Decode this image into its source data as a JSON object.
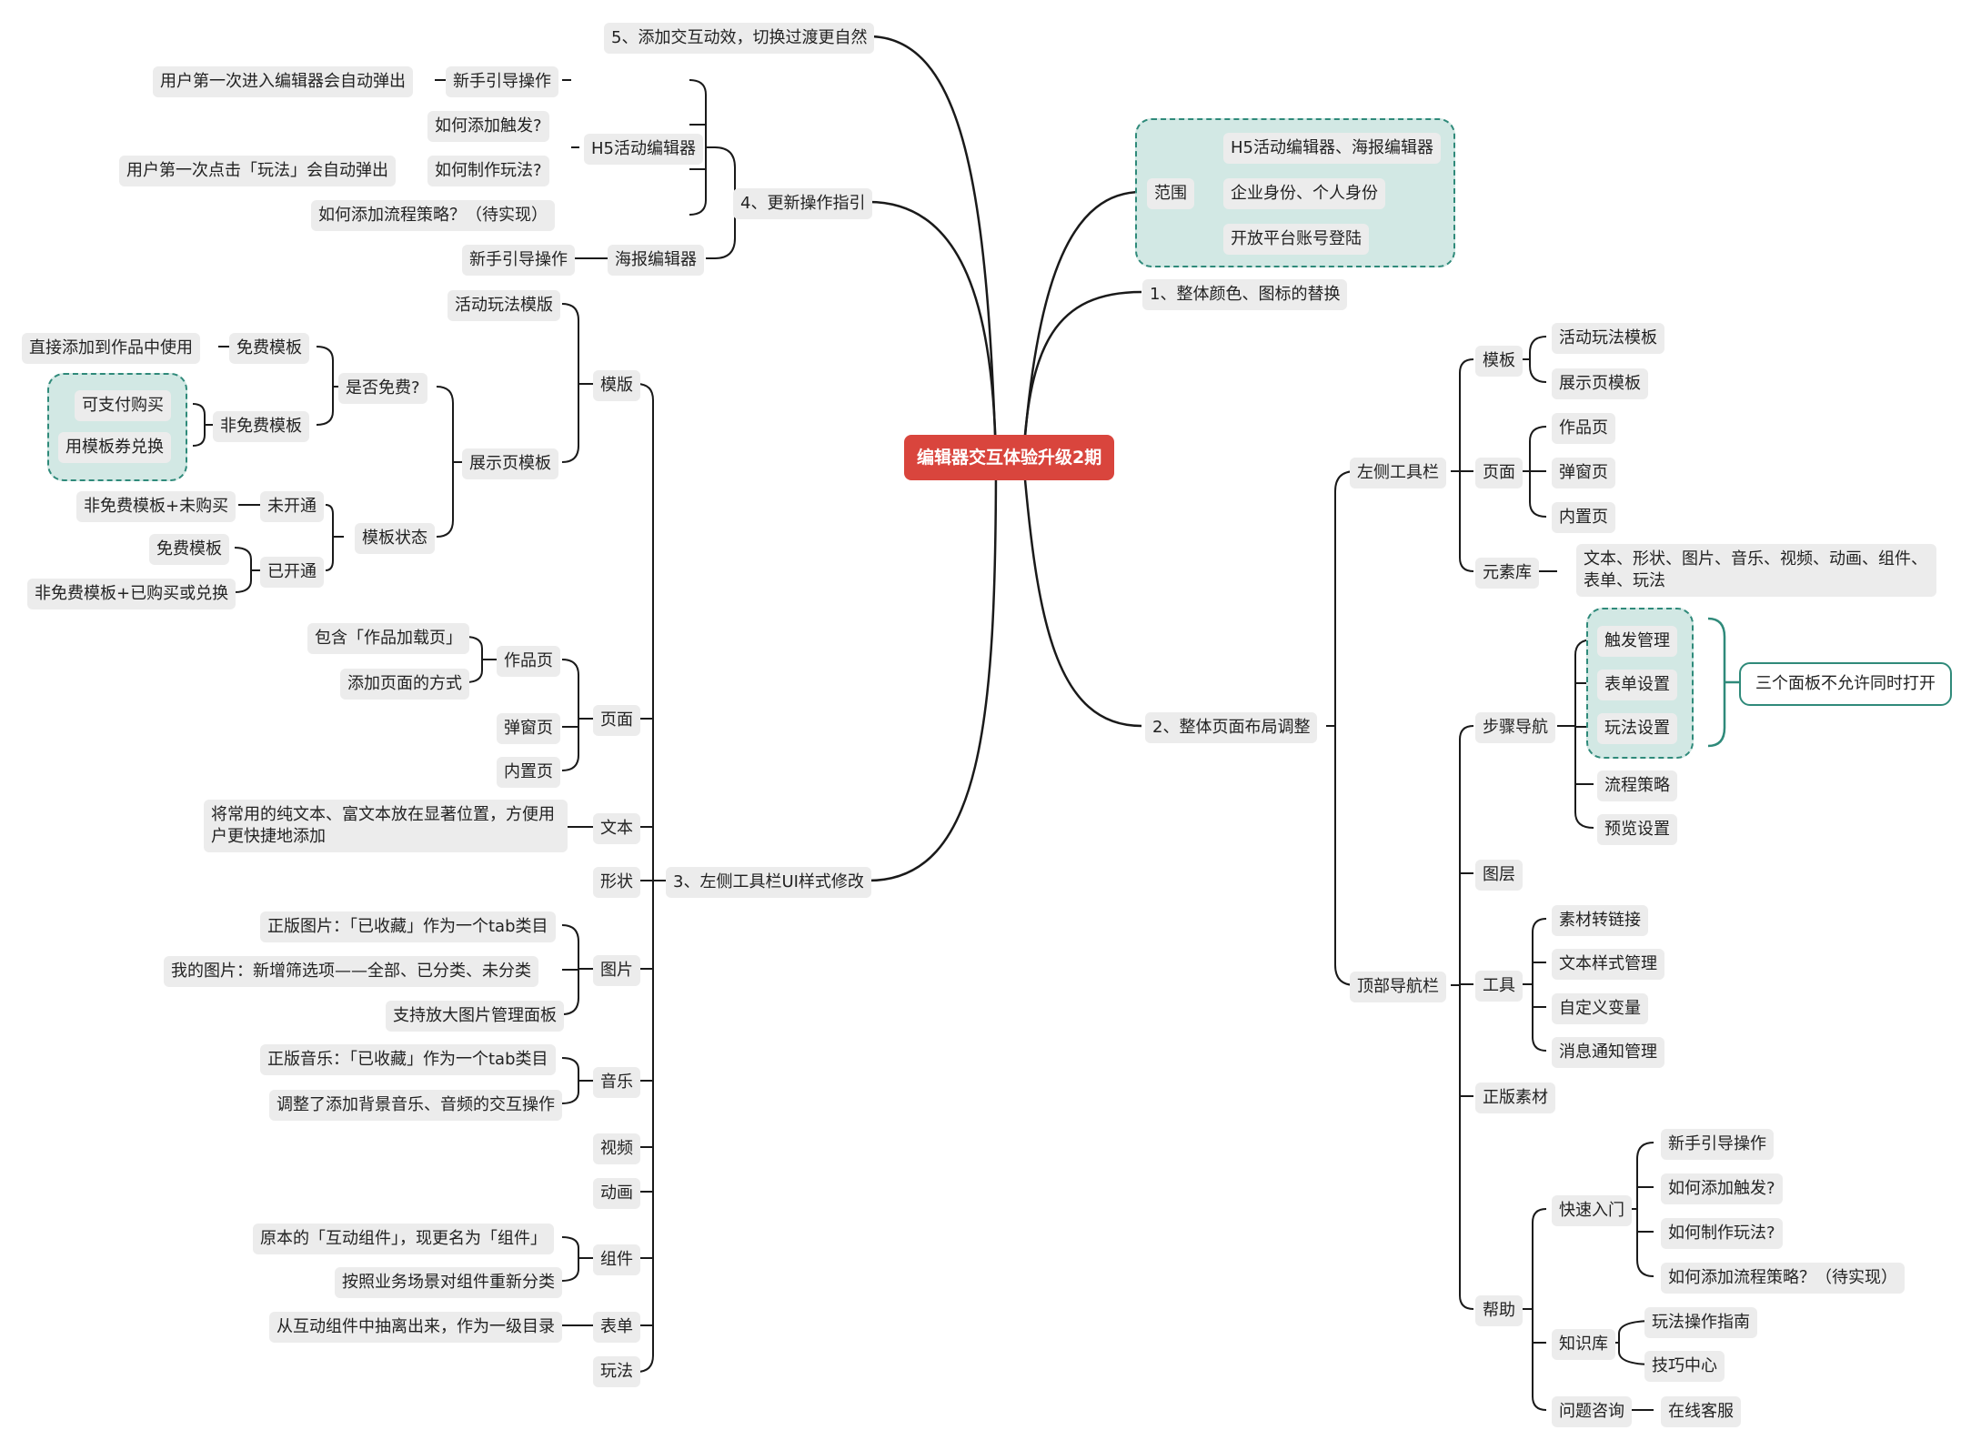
{
  "root": "编辑器交互体验升级2期",
  "right": {
    "scope": {
      "label": "范围",
      "items": [
        "H5活动编辑器、海报编辑器",
        "企业身份、个人身份",
        "开放平台账号登陆"
      ]
    },
    "color": "1、整体颜色、图标的替换",
    "layout": {
      "label": "2、整体页面布局调整",
      "left_toolbar": {
        "label": "左侧工具栏",
        "template": {
          "label": "模板",
          "items": [
            "活动玩法模板",
            "展示页模板"
          ]
        },
        "page": {
          "label": "页面",
          "items": [
            "作品页",
            "弹窗页",
            "内置页"
          ]
        },
        "elements": {
          "label": "元素库",
          "text": "文本、形状、图片、音乐、视频、动画、组件、表单、玩法"
        }
      },
      "top_nav": {
        "label": "顶部导航栏",
        "steps": {
          "label": "步骤导航",
          "grouped": [
            "触发管理",
            "表单设置",
            "玩法设置"
          ],
          "others": [
            "流程策略",
            "预览设置"
          ],
          "note": "三个面板不允许同时打开"
        },
        "layers": "图层",
        "tools": {
          "label": "工具",
          "items": [
            "素材转链接",
            "文本样式管理",
            "自定义变量",
            "消息通知管理"
          ]
        },
        "licensed": "正版素材",
        "help": {
          "label": "帮助",
          "quick": {
            "label": "快速入门",
            "items": [
              "新手引导操作",
              "如何添加触发?",
              "如何制作玩法?",
              "如何添加流程策略？（待实现）"
            ]
          },
          "kb": {
            "label": "知识库",
            "items": [
              "玩法操作指南",
              "技巧中心"
            ]
          },
          "ask": {
            "label": "问题咨询",
            "items": [
              "在线客服"
            ]
          }
        }
      }
    }
  },
  "left": {
    "b5": "5、添加交互动效，切换过渡更自然",
    "b4": {
      "label": "4、更新操作指引",
      "h5": {
        "label": "H5活动编辑器",
        "guide": "新手引导操作",
        "guide_note": "用户第一次进入编辑器会自动弹出",
        "trigger": "如何添加触发?",
        "play": "如何制作玩法?",
        "play_note": "用户第一次点击「玩法」会自动弹出",
        "flow": "如何添加流程策略？（待实现）"
      },
      "poster": {
        "label": "海报编辑器",
        "guide": "新手引导操作"
      }
    },
    "b3": {
      "label": "3、左侧工具栏UI样式修改",
      "template": {
        "label": "模版",
        "activity": "活动玩法模版",
        "display": "展示页模板",
        "free_q": "是否免费?",
        "free": "免费模板",
        "free_note": "直接添加到作品中使用",
        "nonfree": "非免费模板",
        "pay": "可支付购买",
        "voucher": "用模板券兑换",
        "status": "模板状态",
        "closed": "未开通",
        "closed_note": "非免费模板+未购买",
        "opened": "已开通",
        "opened_a": "免费模板",
        "opened_b": "非免费模板+已购买或兑换"
      },
      "page": {
        "label": "页面",
        "works": "作品页",
        "works_a": "包含「作品加载页」",
        "works_b": "添加页面的方式",
        "popup": "弹窗页",
        "builtin": "内置页"
      },
      "text": {
        "label": "文本",
        "note": "将常用的纯文本、富文本放在显著位置，方便用户更快捷地添加"
      },
      "shape": "形状",
      "image": {
        "label": "图片",
        "items": [
          "正版图片：「已收藏」作为一个tab类目",
          "我的图片：新增筛选项——全部、已分类、未分类",
          "支持放大图片管理面板"
        ]
      },
      "music": {
        "label": "音乐",
        "items": [
          "正版音乐：「已收藏」作为一个tab类目",
          "调整了添加背景音乐、音频的交互操作"
        ]
      },
      "video": "视频",
      "anim": "动画",
      "comp": {
        "label": "组件",
        "items": [
          "原本的「互动组件」，现更名为「组件」",
          "按照业务场景对组件重新分类"
        ]
      },
      "form": {
        "label": "表单",
        "note": "从互动组件中抽离出来，作为一级目录"
      },
      "play": "玩法"
    }
  },
  "colors": {
    "root": "#d9453d",
    "node": "#ececec",
    "group": "#d2e8e4",
    "group_border": "#2f8a7a",
    "line": "#1a1a1a"
  }
}
